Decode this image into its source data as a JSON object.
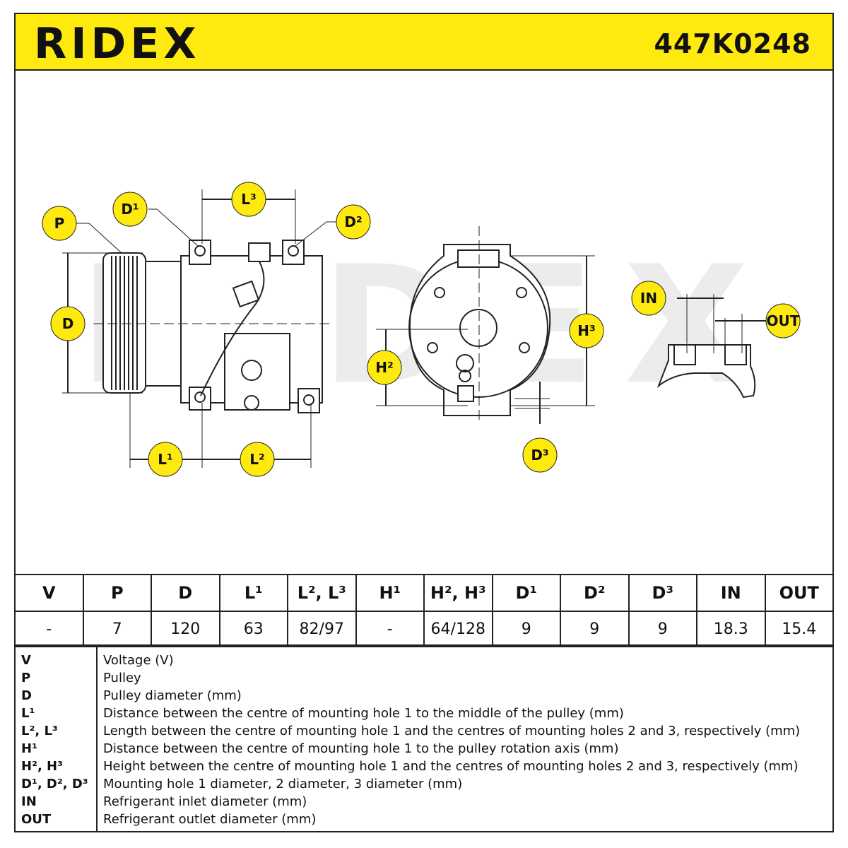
{
  "header": {
    "brand": "RIDEX",
    "part_number": "447K0248"
  },
  "diagram": {
    "watermark": "RIDEX",
    "callouts": {
      "p": "P",
      "d": "D",
      "d1": "D¹",
      "d2": "D²",
      "d3": "D³",
      "l1": "L¹",
      "l2": "L²",
      "l3": "L³",
      "h2": "H²",
      "h3": "H³",
      "in": "IN",
      "out": "OUT"
    },
    "accent_color": "#ffea10",
    "line_color": "#222222"
  },
  "spec_table": {
    "headers": [
      "V",
      "P",
      "D",
      "L¹",
      "L², L³",
      "H¹",
      "H², H³",
      "D¹",
      "D²",
      "D³",
      "IN",
      "OUT"
    ],
    "values": [
      "-",
      "7",
      "120",
      "63",
      "82/97",
      "-",
      "64/128",
      "9",
      "9",
      "9",
      "18.3",
      "15.4"
    ]
  },
  "legend": [
    {
      "key": "V",
      "desc": "Voltage (V)"
    },
    {
      "key": "P",
      "desc": "Pulley"
    },
    {
      "key": "D",
      "desc": "Pulley diameter (mm)"
    },
    {
      "key": "L¹",
      "desc": "Distance between the centre of mounting hole 1 to the middle of the pulley (mm)"
    },
    {
      "key": "L², L³",
      "desc": "Length between the centre of mounting hole 1 and the centres of mounting holes 2 and 3, respectively (mm)"
    },
    {
      "key": "H¹",
      "desc": "Distance between the centre of mounting hole 1 to the pulley rotation axis (mm)"
    },
    {
      "key": "H², H³",
      "desc": "Height between the centre of mounting hole 1 and the centres of mounting holes 2 and 3, respectively (mm)"
    },
    {
      "key": "D¹, D², D³",
      "desc": "Mounting hole 1 diameter, 2 diameter, 3 diameter (mm)"
    },
    {
      "key": "IN",
      "desc": "Refrigerant inlet diameter (mm)"
    },
    {
      "key": "OUT",
      "desc": "Refrigerant outlet diameter (mm)"
    }
  ]
}
